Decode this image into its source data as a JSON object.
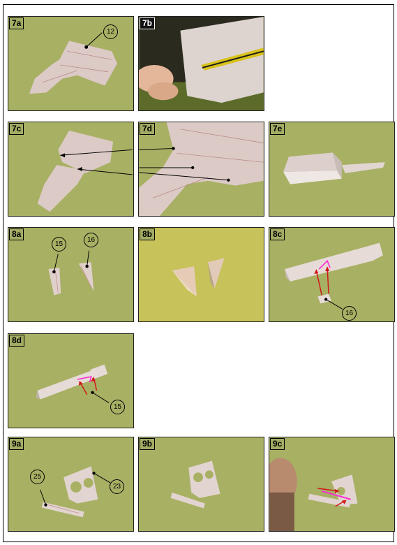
{
  "steps": {
    "7a": {
      "label": "7a",
      "parts": [
        "12"
      ]
    },
    "7b": {
      "label": "7b"
    },
    "7c": {
      "label": "7c"
    },
    "7d": {
      "label": "7d"
    },
    "7e": {
      "label": "7e"
    },
    "8a": {
      "label": "8a",
      "parts": [
        "15",
        "16"
      ]
    },
    "8b": {
      "label": "8b"
    },
    "8c": {
      "label": "8c",
      "parts": [
        "16"
      ]
    },
    "8d": {
      "label": "8d",
      "parts": [
        "15"
      ]
    },
    "9a": {
      "label": "9a",
      "parts": [
        "25",
        "23"
      ]
    },
    "9b": {
      "label": "9b"
    },
    "9c": {
      "label": "9c"
    }
  },
  "colors": {
    "backdrop_green": "#a9b266",
    "backdrop_yellow": "#c7c25a",
    "paper": "#dcc9c3",
    "pointer_line": "#000000",
    "red_arrow": "#d01818",
    "magenta_mark": "#ff2ad4"
  }
}
